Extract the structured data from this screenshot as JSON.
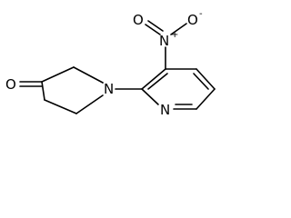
{
  "molecule": {
    "atoms": {
      "ketone_oxygen": "O",
      "piperidine_nitrogen": "N",
      "pyridine_nitrogen": "N",
      "nitro_nitrogen": "N",
      "nitro_nitrogen_charge": "+",
      "nitro_oxygen_single": "O",
      "nitro_oxygen_single_charge": "-",
      "nitro_oxygen_double": "O"
    }
  }
}
